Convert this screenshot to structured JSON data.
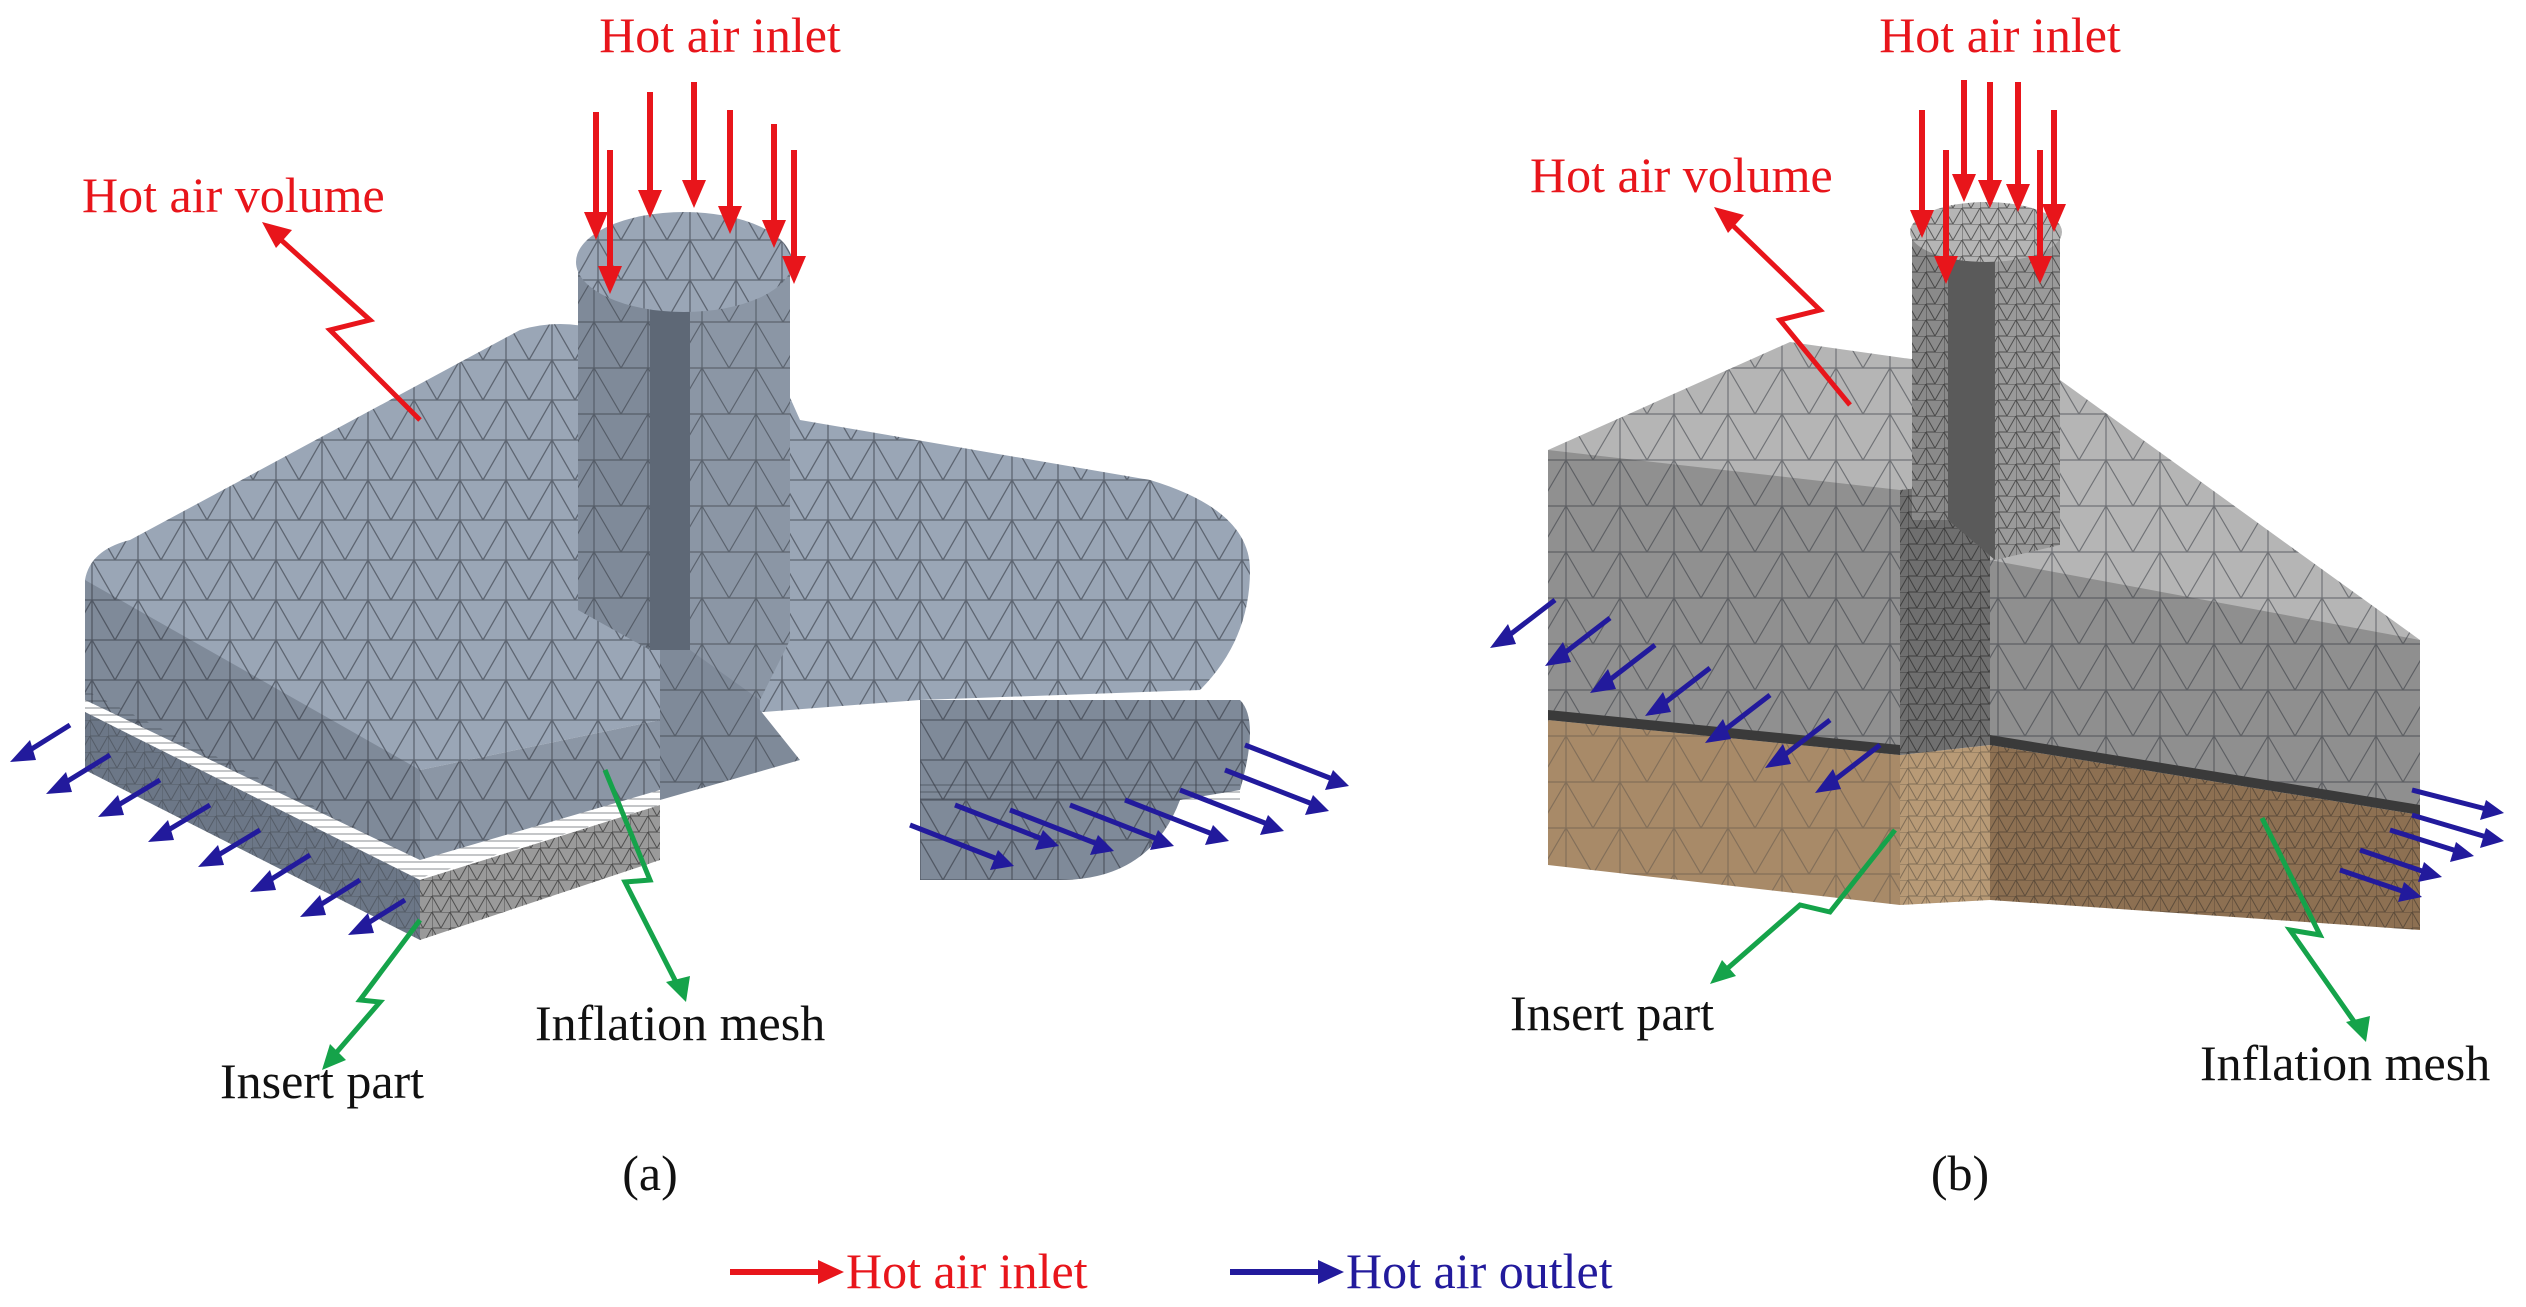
{
  "colors": {
    "inlet_arrow": "#e8151b",
    "outlet_arrow": "#221a9c",
    "pointer": "#15a34a",
    "air_top": "#9aa6b6",
    "air_front": "#7f8a99",
    "air_side": "#6c7787",
    "gray_top": "#b5b5b5",
    "gray_front": "#8f8f8f",
    "insert_front": "#a88a68",
    "insert_side": "#8d7052",
    "mesh_line": "#2c3038"
  },
  "panel_a": {
    "inlet_label": "Hot air inlet",
    "volume_label": "Hot air volume",
    "inflation_label": "Inflation mesh",
    "insert_label": "Insert part",
    "caption": "(a)"
  },
  "panel_b": {
    "inlet_label": "Hot air inlet",
    "volume_label": "Hot air volume",
    "insert_label": "Insert part",
    "inflation_label": "Inflation mesh",
    "caption": "(b)"
  },
  "legend": {
    "inlet": "Hot air inlet",
    "outlet": "Hot air outlet"
  }
}
